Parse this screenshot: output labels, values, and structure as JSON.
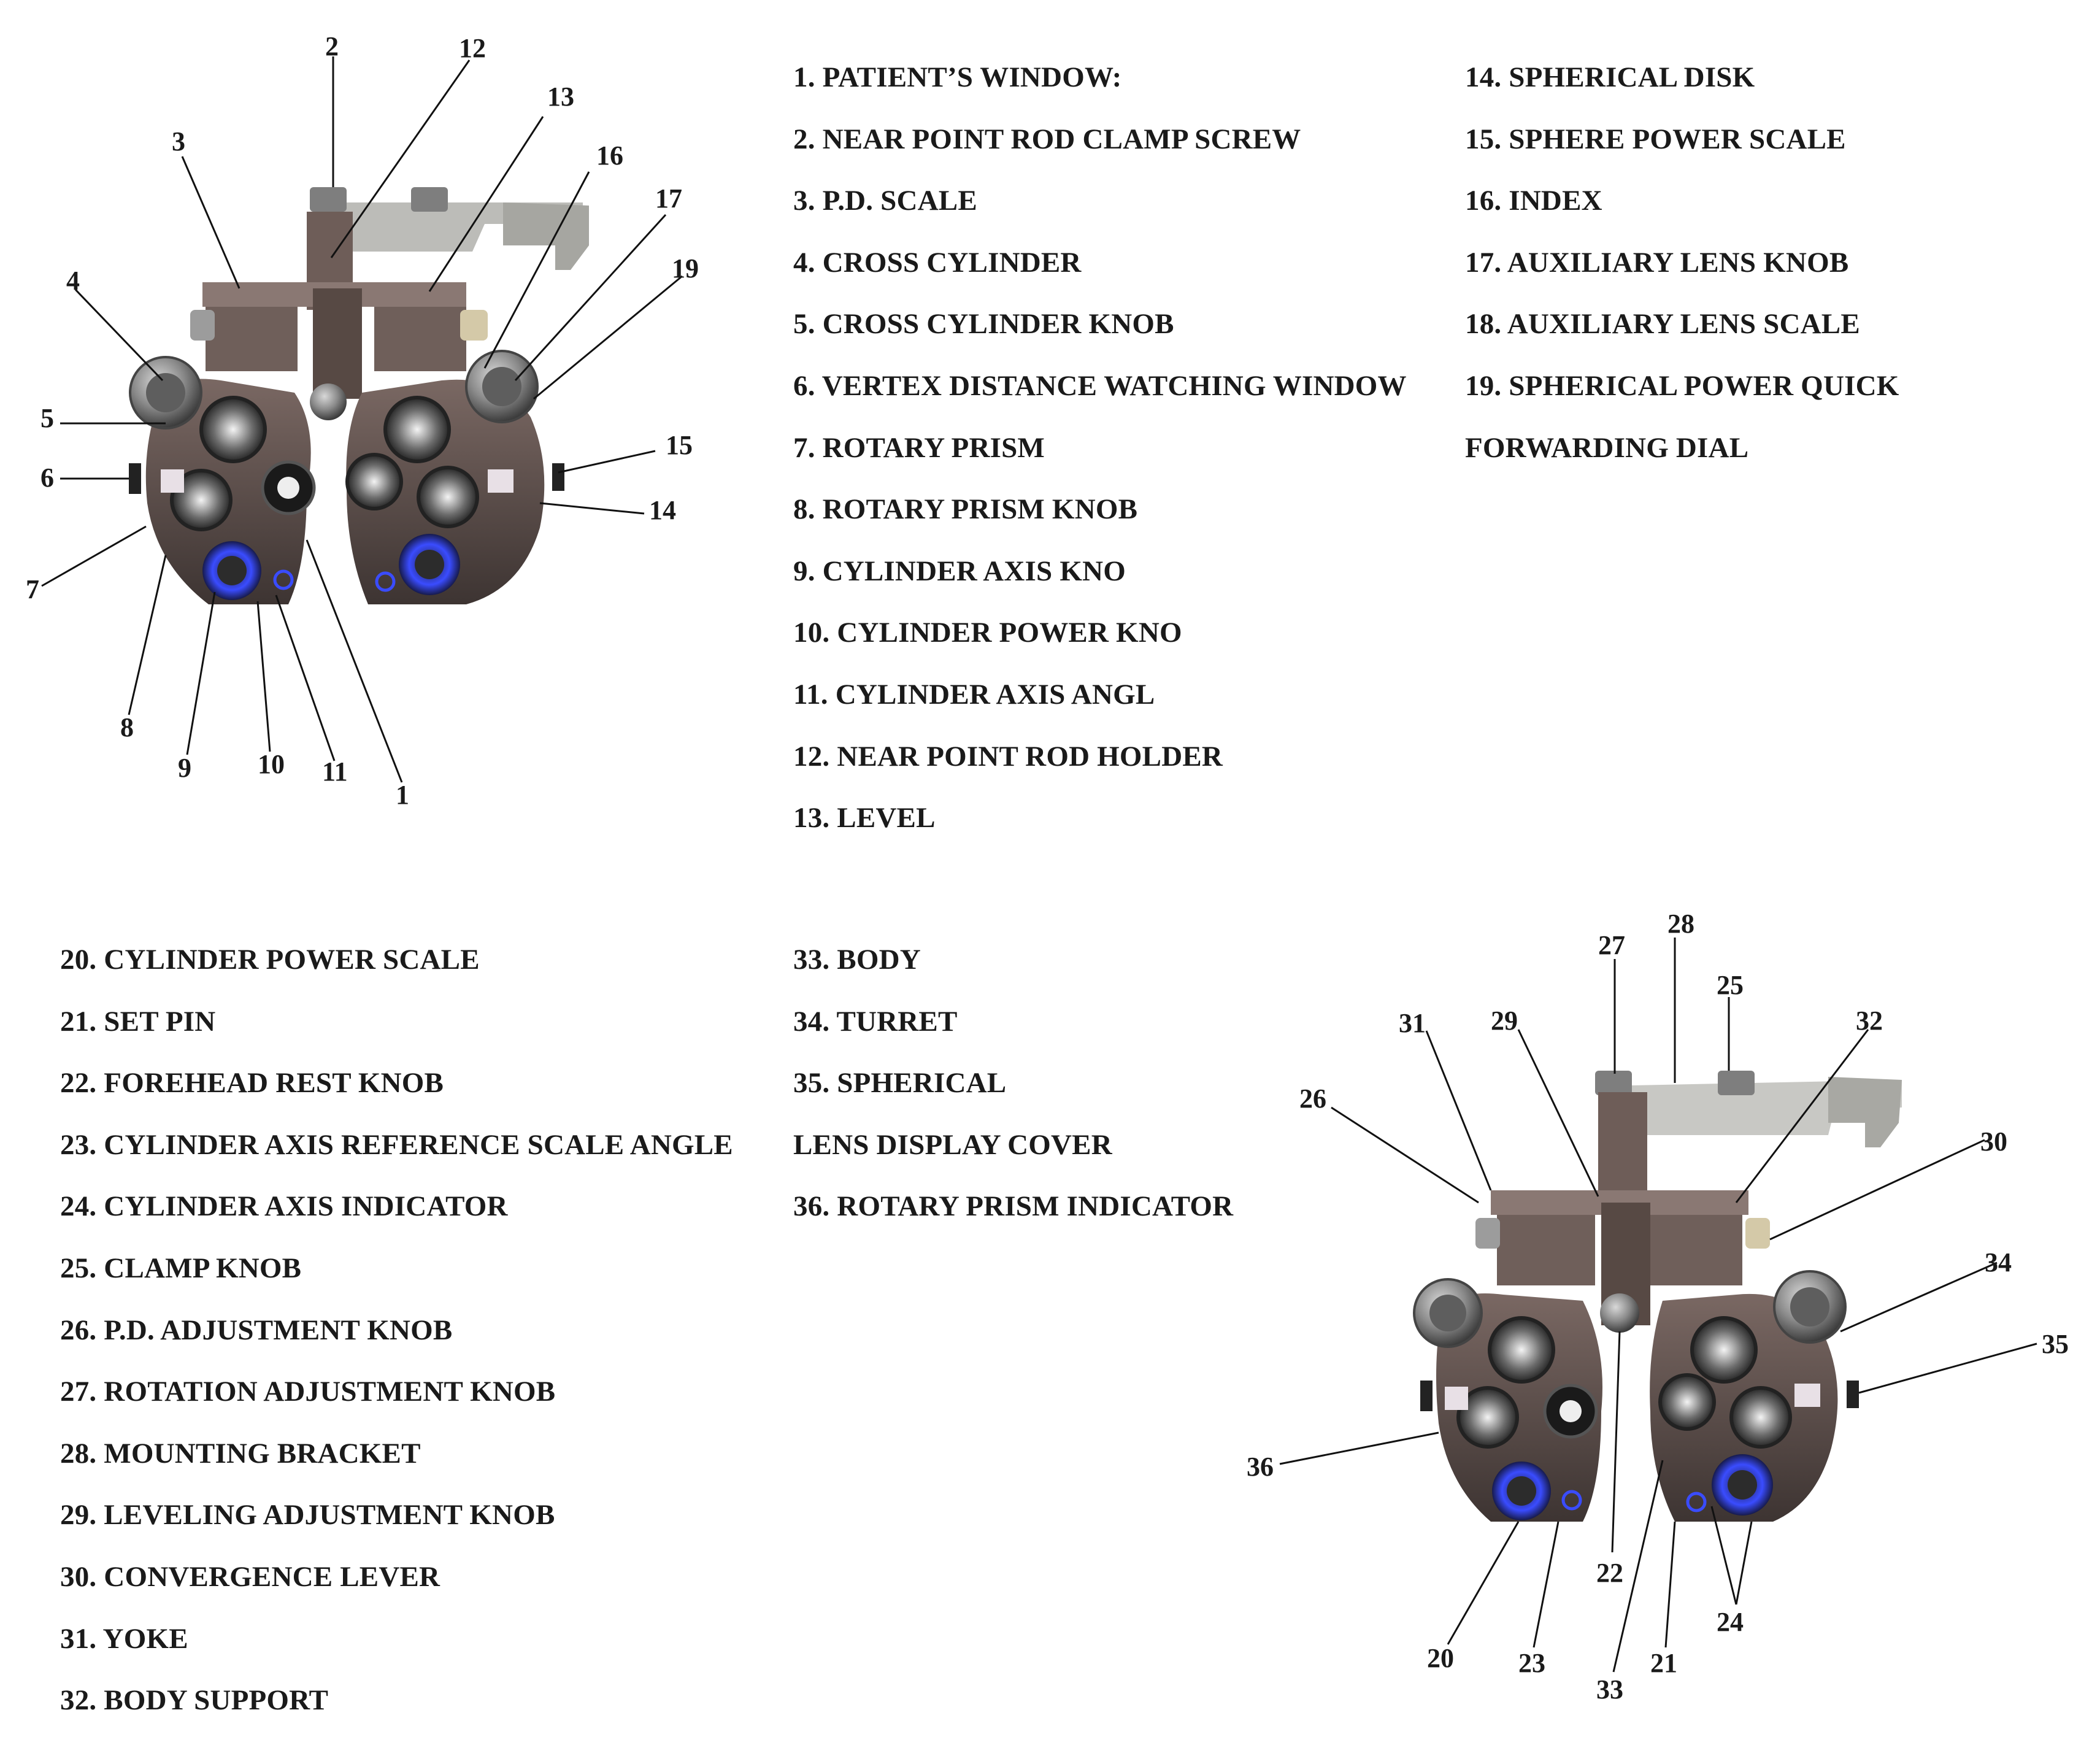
{
  "legend": {
    "col1": [
      "1. PATIENT’S WINDOW:",
      "2. NEAR POINT ROD CLAMP SCREW",
      "3. P.D. SCALE",
      "4. CROSS CYLINDER",
      "5. CROSS CYLINDER KNOB",
      "6. VERTEX DISTANCE WATCHING WINDOW",
      "7. ROTARY PRISM",
      "8. ROTARY PRISM KNOB",
      "9. CYLINDER AXIS KNO",
      "10. CYLINDER POWER KNO",
      "11. CYLINDER AXIS ANGL",
      "12. NEAR POINT ROD HOLDER",
      "13. LEVEL"
    ],
    "col2": [
      "14. SPHERICAL DISK",
      "15. SPHERE POWER SCALE",
      "16. INDEX",
      "17. AUXILIARY LENS KNOB",
      "18. AUXILIARY LENS SCALE",
      "19. SPHERICAL POWER QUICK",
      "FORWARDING DIAL"
    ],
    "col3": [
      "20. CYLINDER POWER SCALE",
      "21. SET PIN",
      "22. FOREHEAD REST KNOB",
      "23. CYLINDER AXIS REFERENCE SCALE ANGLE",
      "24. CYLINDER AXIS INDICATOR",
      "25. CLAMP KNOB",
      "26. P.D. ADJUSTMENT KNOB",
      "27. ROTATION ADJUSTMENT KNOB",
      "28. MOUNTING BRACKET",
      "29. LEVELING ADJUSTMENT KNOB",
      "30. CONVERGENCE LEVER",
      "31. YOKE",
      "32. BODY SUPPORT"
    ],
    "col4": [
      "33. BODY",
      "34. TURRET",
      "35. SPHERICAL",
      "LENS DISPLAY COVER",
      "36. ROTARY PRISM INDICATOR"
    ]
  },
  "diagram_front": {
    "callouts": [
      "2",
      "12",
      "13",
      "3",
      "16",
      "17",
      "19",
      "4",
      "5",
      "15",
      "6",
      "14",
      "7",
      "8",
      "9",
      "10",
      "11",
      "1"
    ]
  },
  "diagram_rear": {
    "callouts": [
      "28",
      "27",
      "25",
      "31",
      "29",
      "32",
      "26",
      "30",
      "34",
      "35",
      "36",
      "22",
      "20",
      "23",
      "21",
      "24",
      "33"
    ]
  },
  "colors": {
    "text": "#1a1a1a",
    "body_metal": "#6b5a55",
    "body_dark": "#3d3432",
    "chrome": "#9a9a9a",
    "bracket": "#c8c8c4",
    "led_blue": "#3a4cff"
  }
}
